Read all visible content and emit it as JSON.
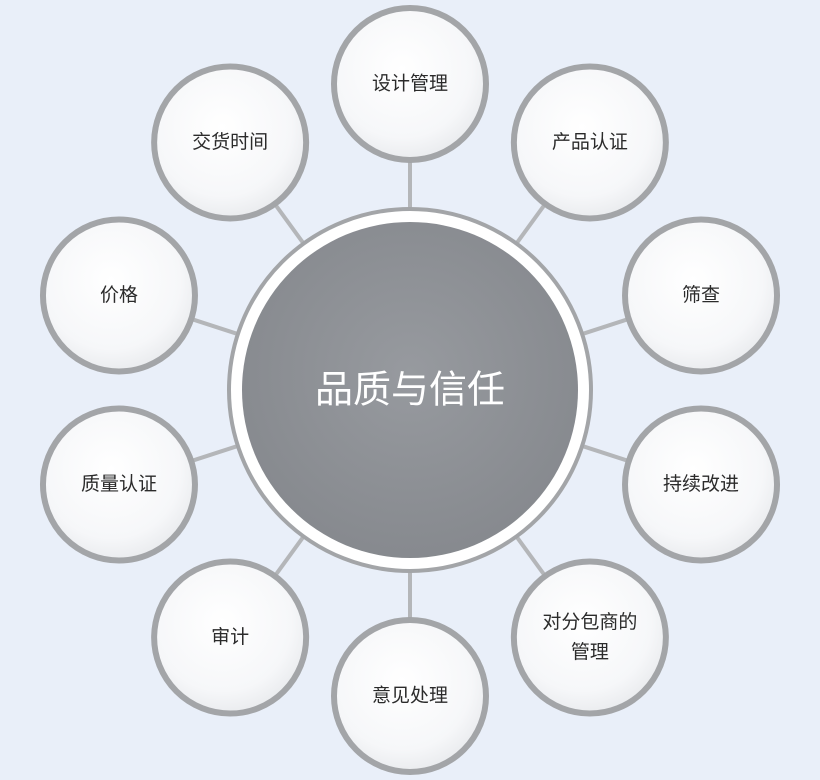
{
  "diagram": {
    "center": {
      "label": "品质与信任"
    },
    "nodes": [
      {
        "id": "design-management",
        "lines": [
          "设计管理"
        ]
      },
      {
        "id": "product-certification",
        "lines": [
          "产品认证"
        ]
      },
      {
        "id": "screening",
        "lines": [
          "筛查"
        ]
      },
      {
        "id": "continuous-improvement",
        "lines": [
          "持续改进"
        ]
      },
      {
        "id": "subcontractor-management",
        "lines": [
          "对分包商的",
          "管理"
        ]
      },
      {
        "id": "feedback-handling",
        "lines": [
          "意见处理"
        ]
      },
      {
        "id": "audit",
        "lines": [
          "审计"
        ]
      },
      {
        "id": "quality-certification",
        "lines": [
          "质量认证"
        ]
      },
      {
        "id": "price",
        "lines": [
          "价格"
        ]
      },
      {
        "id": "delivery-time",
        "lines": [
          "交货时间"
        ]
      }
    ],
    "colors": {
      "background": "#e9eff9",
      "center_fill": "#8e9196",
      "node_ring": "#a3a5a8",
      "connector": "#b4b6b9"
    }
  }
}
